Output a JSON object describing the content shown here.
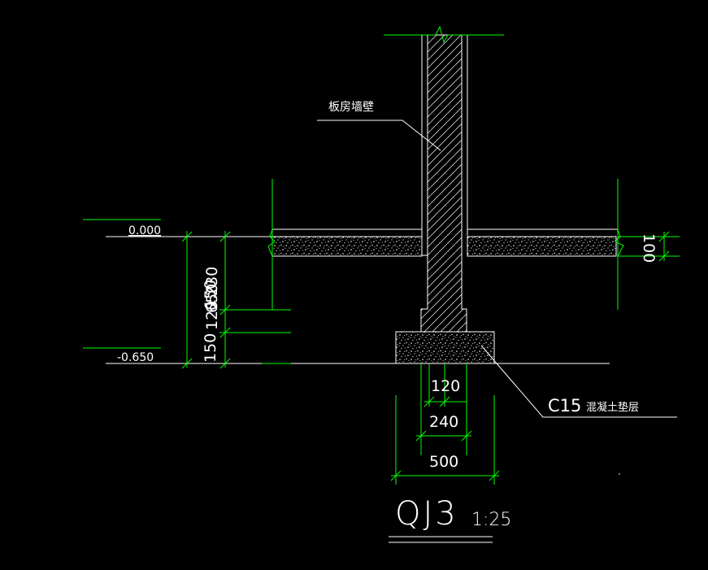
{
  "drawing": {
    "title": "QJ3",
    "scale": "1:25",
    "background": "#000000",
    "colors": {
      "line": "#ffffff",
      "dimension": "#00ff00",
      "hatch": "#ffffff"
    }
  },
  "labels": {
    "wall": "板房墙壁",
    "cushion_grade": "C15",
    "cushion_name": "混凝土垫层"
  },
  "elevations": {
    "top": "0.000",
    "bottom": "-0.650"
  },
  "dimensions": {
    "slab": "100",
    "step_height": "230",
    "upper_150": "150",
    "mid_120": "120",
    "total": "650",
    "lower_150": "150",
    "wall_half": "120",
    "wall_width": "240",
    "footing_width": "500"
  }
}
